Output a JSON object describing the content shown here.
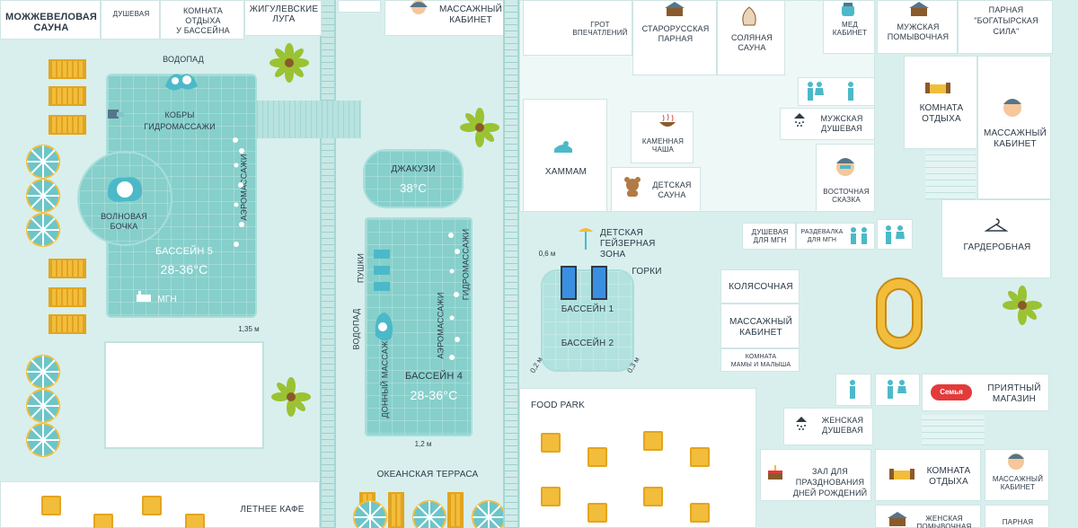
{
  "rooms": {
    "juniper_sauna": "МОЖЖЕВЕЛОВАЯ\nСАУНА",
    "shower_top": "ДУШЕВАЯ",
    "pool_lounge": "КОМНАТА\nОТДЫХА\nУ БАССЕЙНА",
    "zhiguli": "ЖИГУЛЕВСКИЕ\nЛУГА",
    "massage_top": "МАССАЖНЫЙ\nКАБИНЕТ",
    "grotto": "ГРОТ\nВПЕЧАТЛЕНИЙ",
    "old_russian": "СТАРОРУССКАЯ\nПАРНАЯ",
    "salt_sauna": "СОЛЯНАЯ\nСАУНА",
    "honey": "МЕД\nКАБИНЕТ",
    "mens_wash": "МУЖСКАЯ\nПОМЫВОЧНАЯ",
    "bogatyr": "ПАРНАЯ\n\"БОГАТЫРСКАЯ\nСИЛА\"",
    "mens_shower": "МУЖСКАЯ\nДУШЕВАЯ",
    "rest_room_right": "КОМНАТА\nОТДЫХА",
    "massage_right": "МАССАЖНЫЙ\nКАБИНЕТ",
    "stone_bowl": "КАМЕННАЯ\nЧАША",
    "hammam": "ХАММАМ",
    "kids_sauna": "ДЕТСКАЯ\nСАУНА",
    "oriental": "ВОСТОЧНАЯ\nСКАЗКА",
    "shower_mgn": "ДУШЕВАЯ\nДЛЯ МГН",
    "changing_mgn": "РАЗДЕВАЛКА\nДЛЯ МГН",
    "wardrobe": "ГАРДЕРОБНАЯ",
    "kids_geyser": "ДЕТСКАЯ\nГЕЙЗЕРНАЯ ЗОНА",
    "slides": "ГОРКИ",
    "stroller": "КОЛЯСОЧНАЯ",
    "massage_mid": "МАССАЖНЫЙ\nКАБИНЕТ",
    "mother_child": "КОМНАТА\nМАМЫ И МАЛЫША",
    "pleasant_shop": "ПРИЯТНЫЙ\nМАГАЗИН",
    "shop_logo": "Семья",
    "womens_shower": "ЖЕНСКАЯ\nДУШЕВАЯ",
    "birthday_hall": "ЗАЛ ДЛЯ\nПРАЗДНОВАНИЯ\nДНЕЙ РОЖДЕНИЙ",
    "rest_room_bottom": "КОМНАТА\nОТДЫХА",
    "massage_bottom": "МАССАЖНЫЙ\nКАБИНЕТ",
    "womens_wash": "ЖЕНСКАЯ\nПОМЫВОЧНАЯ",
    "steam_bottom": "ПАРНАЯ",
    "food_park": "FOOD PARK",
    "ocean_terrace": "ОКЕАНСКАЯ ТЕРРАСА",
    "summer_cafe": "ЛЕТНЕЕ КАФЕ"
  },
  "pools": {
    "waterfall_top": "ВОДОПАД",
    "cobras": "КОБРЫ\nГИДРОМАССАЖИ",
    "aero_left": "АЭРОМАССАЖИ",
    "wave_barrel": "ВОЛНОВАЯ\nБОЧКА",
    "pool5_name": "БАССЕЙН 5",
    "pool5_temp": "28-36°С",
    "mgn": "МГН",
    "depth_135": "1,35 м",
    "jacuzzi_name": "ДЖАКУЗИ",
    "jacuzzi_temp": "38°С",
    "cannons": "ПУШКИ",
    "waterfall_mid": "ВОДОПАД",
    "bottom_massage": "ДОННЫЙ МАССАЖ",
    "aero_mid": "АЭРОМАССАЖИ",
    "hydro_mid": "ГИДРОМАССАЖИ",
    "pool4_name": "БАССЕЙН 4",
    "pool4_temp": "28-36°С",
    "depth_12": "1,2 м",
    "pool1": "БАССЕЙН 1",
    "pool2": "БАССЕЙН 2",
    "depth_06": "0,6 м",
    "depth_02": "0,2 м",
    "depth_03": "0,3 м"
  },
  "colors": {
    "water": "#86cfcb",
    "background": "#d8efed",
    "accent": "#f2bd3b",
    "text": "#2d3a48"
  }
}
